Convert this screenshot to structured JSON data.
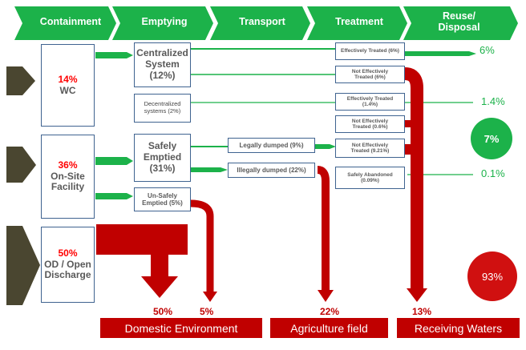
{
  "stages": [
    "Containment",
    "Emptying",
    "Transport",
    "Treatment",
    "Reuse/ Disposal"
  ],
  "containment": [
    {
      "pct": "14%",
      "label": "WC"
    },
    {
      "pct": "36%",
      "label": "On-Site Facility"
    },
    {
      "pct": "50%",
      "label": "OD / Open Discharge"
    }
  ],
  "emptying": {
    "centralized": {
      "title": "Centralized System",
      "pct": "(12%)"
    },
    "decentralized": "Decentralized systems (2%)",
    "safely": {
      "title": "Safely Emptied",
      "pct": "(31%)"
    },
    "unsafely": "Un-Safely Emptied (5%)"
  },
  "transport": {
    "legal": "Legally dumped (9%)",
    "illegal": "Illegally dumped (22%)"
  },
  "treatment": {
    "eff1": "Effectively Treated (6%)",
    "noteff1": "Not Effectively Treated (6%)",
    "eff2": "Effectively Treated (1.4%)",
    "noteff2": "Not Effectively Treated (0.6%)",
    "noteff3": "Not Effectively Treated (9.21%)",
    "abandoned": "Safely Abandoned (0.09%)"
  },
  "disposal_values": {
    "v1": "6%",
    "v2": "1.4%",
    "v3": "0.1%"
  },
  "circles": {
    "safe": "7%",
    "unsafe": "93%"
  },
  "bottom_values": {
    "domestic_od": "50%",
    "domestic_unsafe": "5%",
    "agriculture": "22%",
    "receiving": "13%"
  },
  "destinations": [
    "Domestic Environment",
    "Agriculture field",
    "Receiving Waters"
  ],
  "colors": {
    "green": "#1cb24a",
    "red": "#c00000",
    "olive": "#4a4630",
    "box_border": "#3f6390",
    "circle_red": "#d01010"
  }
}
